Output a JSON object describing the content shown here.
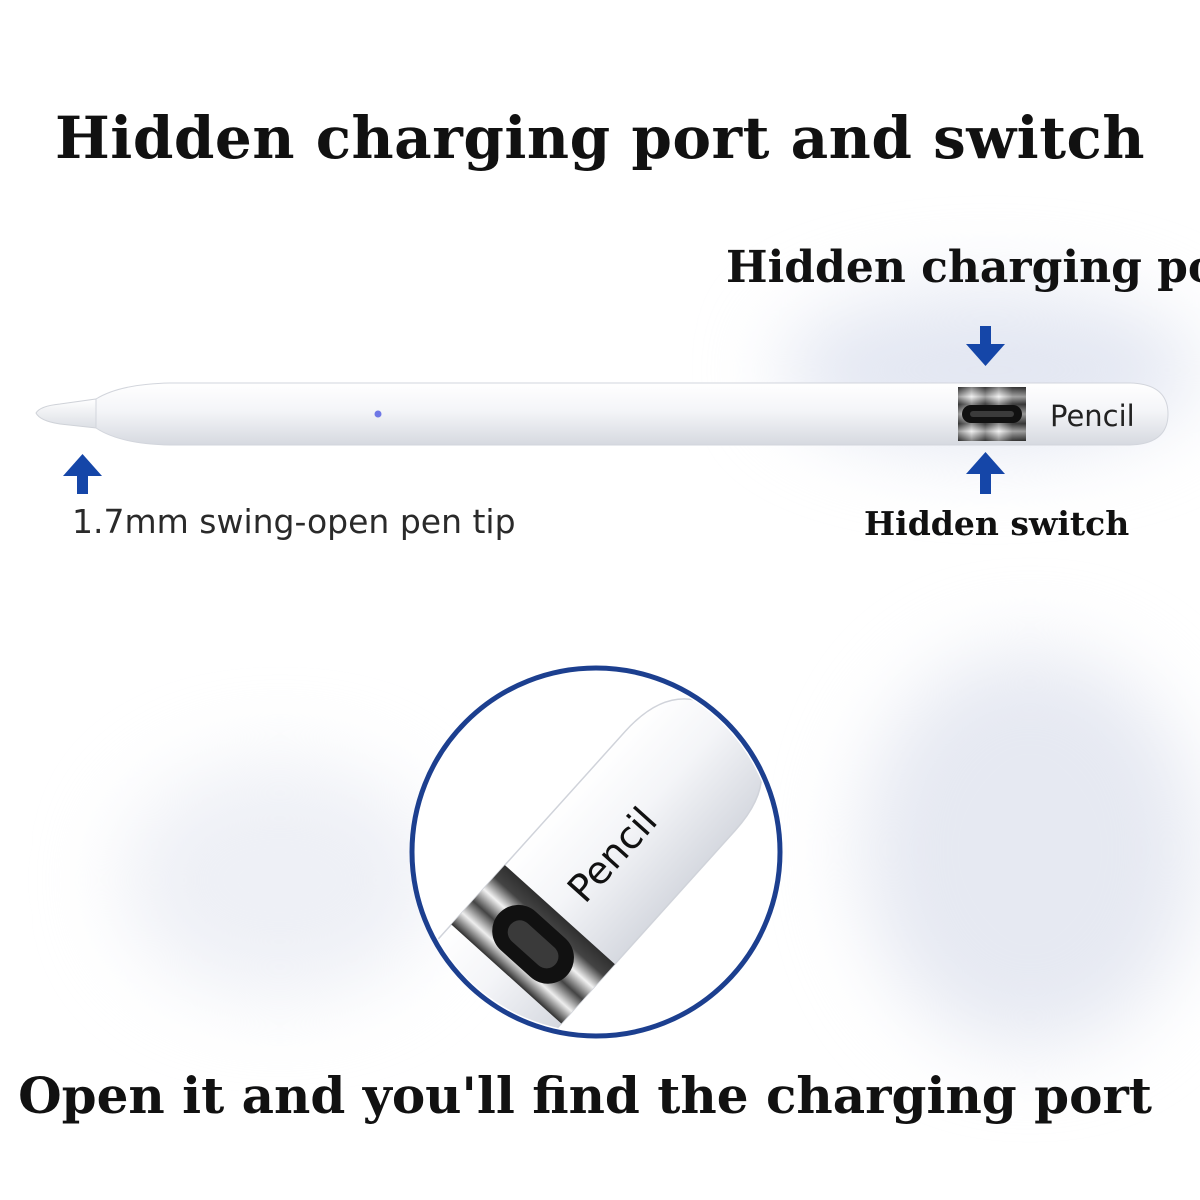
{
  "title": "Hidden charging port and switch",
  "annotations": {
    "charging_port": "Hidden charging port",
    "pen_tip": "1.7mm swing-open pen tip",
    "switch": "Hidden switch"
  },
  "pencil": {
    "brand_text": "Pencil"
  },
  "caption": "Open it and you'll find the charging port",
  "colors": {
    "arrow": "#1546a8",
    "circle_outline": "#1c3f8f",
    "pencil_body": "#f4f5f8"
  }
}
